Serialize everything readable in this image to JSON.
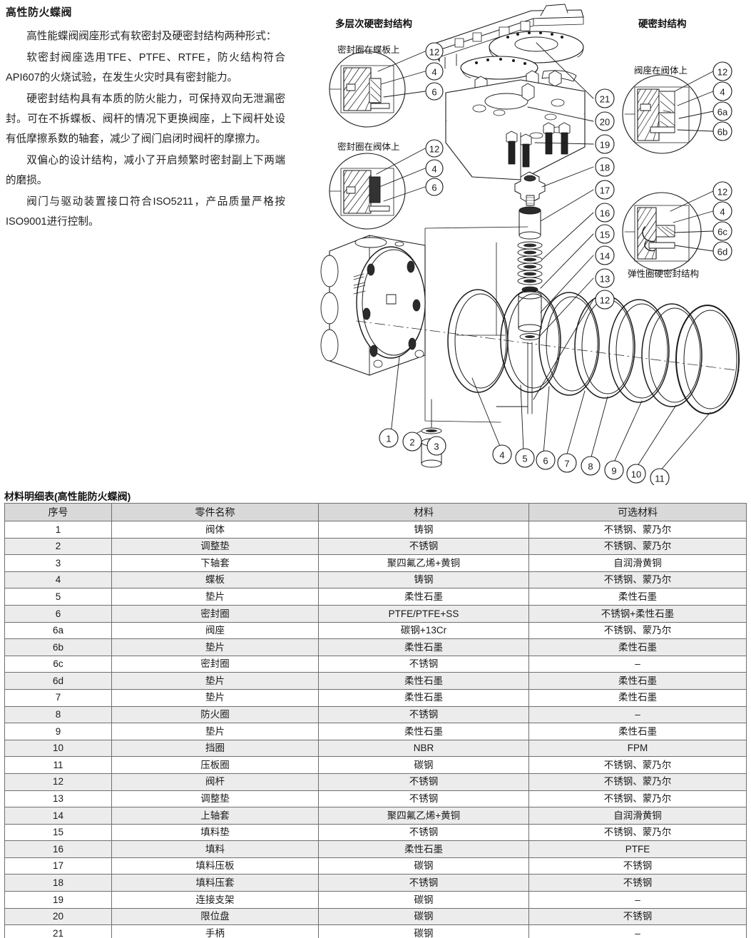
{
  "document": {
    "title": "高性防火蝶阀",
    "paragraphs": [
      "高性能蝶阀阀座形式有软密封及硬密封结构两种形式：",
      "软密封阀座选用TFE、PTFE、RTFE，防火结构符合API607的火烧试验，在发生火灾时具有密封能力。",
      "硬密封结构具有本质的防火能力，可保持双向无泄漏密封。可在不拆蝶板、阀杆的情况下更换阀座，上下阀杆处设有低摩擦系数的轴套，减少了阀门启闭时阀杆的摩擦力。",
      "双偏心的设计结构，减小了开启频繁时密封副上下两端的磨损。",
      "阀门与驱动装置接口符合ISO5211，产品质量严格按ISO9001进行控制。"
    ]
  },
  "figure": {
    "heading_left": "多层次硬密封结构",
    "heading_right": "硬密封结构",
    "detail_a_label": "密封圈在蝶板上",
    "detail_b_label": "密封圈在阀体上",
    "detail_c_label": "阀座在阀体上",
    "detail_d_caption": "弹性圈硬密封结构",
    "detail_a_callouts": [
      "12",
      "4",
      "6"
    ],
    "detail_b_callouts": [
      "12",
      "4",
      "6"
    ],
    "detail_c_callouts": [
      "12",
      "4",
      "6a",
      "6b"
    ],
    "detail_d_callouts": [
      "12",
      "4",
      "6c",
      "6d"
    ],
    "stack_callouts": [
      "21",
      "20",
      "19",
      "18",
      "17",
      "16",
      "15",
      "14",
      "13",
      "12"
    ],
    "bottom_callouts": [
      "1",
      "2",
      "3",
      "4",
      "5",
      "6",
      "7",
      "8",
      "9",
      "10",
      "11"
    ]
  },
  "bom": {
    "title": "材料明细表(高性能防火蝶阀)",
    "headers": [
      "序号",
      "零件名称",
      "材料",
      "可选材料"
    ],
    "rows": [
      [
        "1",
        "阀体",
        "铸钢",
        "不锈钢、蒙乃尔"
      ],
      [
        "2",
        "调整垫",
        "不锈钢",
        "不锈钢、蒙乃尔"
      ],
      [
        "3",
        "下轴套",
        "聚四氟乙烯+黄铜",
        "自润滑黄铜"
      ],
      [
        "4",
        "蝶板",
        "铸钢",
        "不锈钢、蒙乃尔"
      ],
      [
        "5",
        "垫片",
        "柔性石墨",
        "柔性石墨"
      ],
      [
        "6",
        "密封圈",
        "PTFE/PTFE+SS",
        "不锈钢+柔性石墨"
      ],
      [
        "6a",
        "阀座",
        "碳钢+13Cr",
        "不锈钢、蒙乃尔"
      ],
      [
        "6b",
        "垫片",
        "柔性石墨",
        "柔性石墨"
      ],
      [
        "6c",
        "密封圈",
        "不锈钢",
        "–"
      ],
      [
        "6d",
        "垫片",
        "柔性石墨",
        "柔性石墨"
      ],
      [
        "7",
        "垫片",
        "柔性石墨",
        "柔性石墨"
      ],
      [
        "8",
        "防火圈",
        "不锈钢",
        "–"
      ],
      [
        "9",
        "垫片",
        "柔性石墨",
        "柔性石墨"
      ],
      [
        "10",
        "挡圈",
        "NBR",
        "FPM"
      ],
      [
        "11",
        "压板圈",
        "碳钢",
        "不锈钢、蒙乃尔"
      ],
      [
        "12",
        "阀杆",
        "不锈钢",
        "不锈钢、蒙乃尔"
      ],
      [
        "13",
        "调整垫",
        "不锈钢",
        "不锈钢、蒙乃尔"
      ],
      [
        "14",
        "上轴套",
        "聚四氟乙烯+黄铜",
        "自润滑黄铜"
      ],
      [
        "15",
        "填料垫",
        "不锈钢",
        "不锈钢、蒙乃尔"
      ],
      [
        "16",
        "填料",
        "柔性石墨",
        "PTFE"
      ],
      [
        "17",
        "填料压板",
        "碳钢",
        "不锈钢"
      ],
      [
        "18",
        "填料压套",
        "不锈钢",
        "不锈钢"
      ],
      [
        "19",
        "连接支架",
        "碳钢",
        "–"
      ],
      [
        "20",
        "限位盘",
        "碳钢",
        "不锈钢"
      ],
      [
        "21",
        "手柄",
        "碳钢",
        "–"
      ]
    ]
  },
  "colors": {
    "line": "#1a1a1a",
    "header_bg": "#d9d9d9",
    "row_alt_bg": "#ececec",
    "border": "#6f6f6f"
  }
}
